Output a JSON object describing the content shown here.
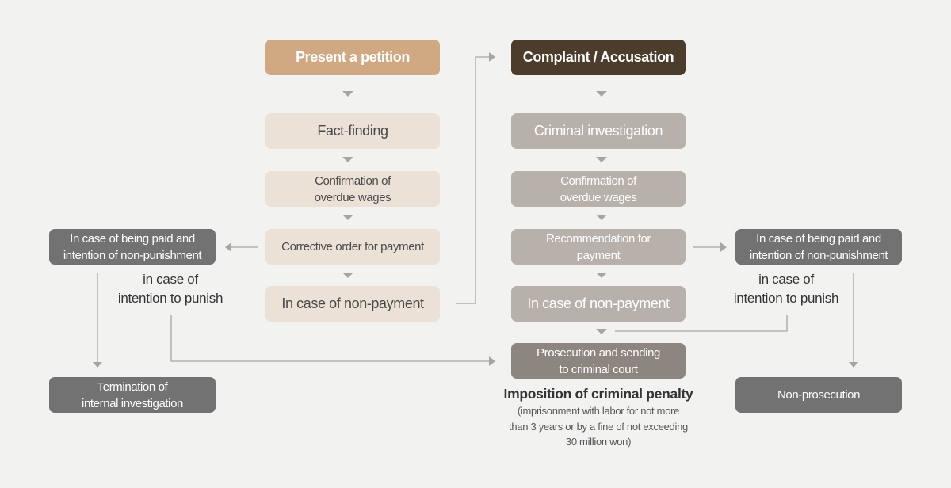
{
  "colors": {
    "background": "#f2f2f1",
    "petition": "#d0a982",
    "complaint": "#4c3c2c",
    "left_steps": "#ebe1d7",
    "right_steps": "#b7b0ab",
    "prosecution": "#8c8580",
    "outcome": "#727272",
    "connector": "#a5a5a5"
  },
  "left_flow": {
    "start": "Present a petition",
    "step1": "Fact-finding",
    "step2": "Confirmation of\noverdue wages",
    "step3": "Corrective order for payment",
    "step4": "In case of non-payment",
    "branch_paid": "In case of being paid and\nintention of non-punishment",
    "branch_punish": "in case of\nintention to punish",
    "end": "Termination of\ninternal investigation"
  },
  "right_flow": {
    "start": "Complaint / Accusation",
    "step1": "Criminal investigation",
    "step2": "Confirmation of\noverdue wages",
    "step3": "Recommendation for\npayment",
    "step4": "In case of non-payment",
    "branch_paid": "In case of being paid and\nintention of non-punishment",
    "branch_punish": "in case of\nintention to punish",
    "end": "Non-prosecution"
  },
  "prosecution": {
    "box": "Prosecution and sending\nto criminal court",
    "penalty_title": "Imposition of criminal penalty",
    "penalty_detail": "(imprisonment with labor for not more\nthan 3 years or by a fine of not exceeding\n30 million won)"
  }
}
